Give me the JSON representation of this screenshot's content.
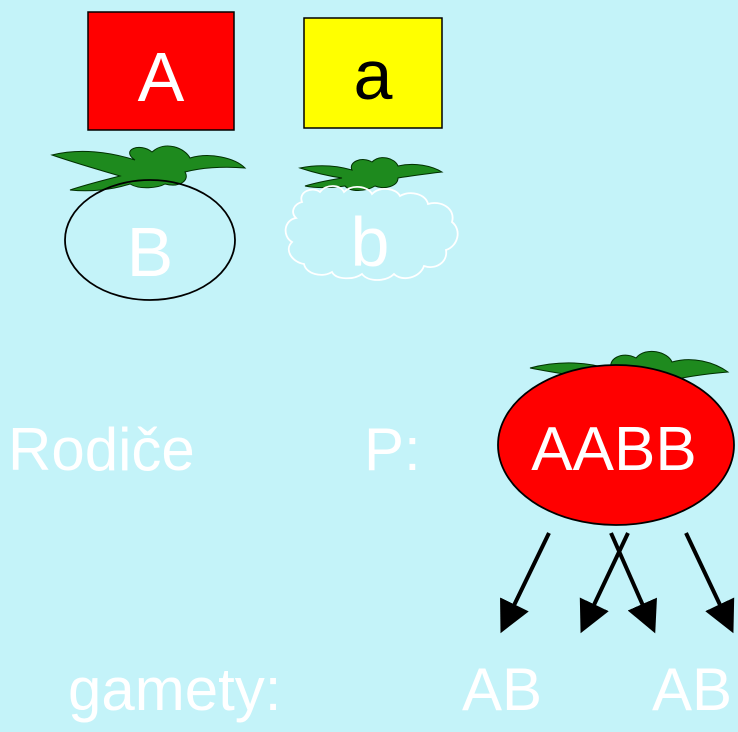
{
  "legend": {
    "dominant": {
      "gene_a": "A",
      "gene_b": "B",
      "box_color": "#ff0000",
      "fruit_shape": "round"
    },
    "recessive": {
      "gene_a": "a",
      "gene_b": "b",
      "box_color": "#ffff00",
      "fruit_shape": "wrinkled"
    }
  },
  "parents": {
    "label": "Rodiče",
    "generation": "P:",
    "genotype": "AABB",
    "fruit_color": "#ff0000"
  },
  "gametes": {
    "label": "gamety:",
    "items": [
      "AB",
      "AB"
    ]
  },
  "colors": {
    "background": "#c4f3f9",
    "leaf": "#1e8a1e",
    "text_light": "#ffffff",
    "text_dark": "#000000",
    "arrow": "#000000"
  }
}
